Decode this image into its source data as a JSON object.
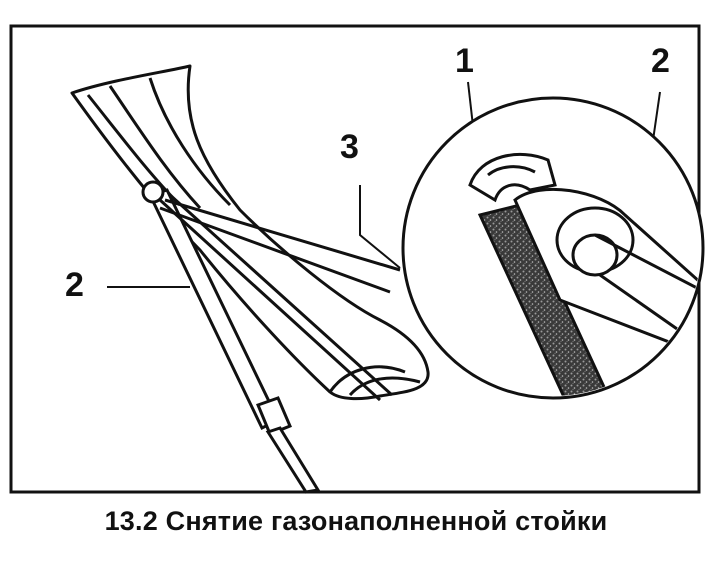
{
  "figure": {
    "callouts": {
      "label_1": "1",
      "label_2_detail": "2",
      "label_3": "3",
      "label_2_left": "2"
    },
    "caption": "13.2 Снятие газонаполненной стойки"
  },
  "colors": {
    "ink": "#111111",
    "background": "#ffffff",
    "texture": "#2a2a2a"
  }
}
